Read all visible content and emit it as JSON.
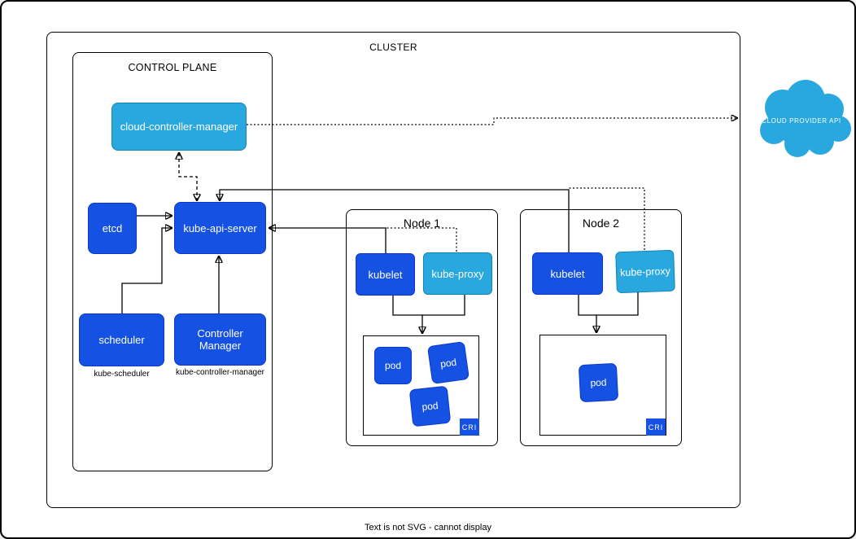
{
  "cluster": {
    "label": "CLUSTER"
  },
  "control_plane": {
    "label": "CONTROL PLANE",
    "cloud_controller_manager": {
      "label": "cloud-controller-manager"
    },
    "etcd": {
      "label": "etcd"
    },
    "kube_api_server": {
      "label": "kube-api-server"
    },
    "scheduler": {
      "label": "scheduler",
      "sublabel": "kube-scheduler"
    },
    "controller_manager": {
      "label": "Controller Manager",
      "sublabel": "kube-controller-manager"
    }
  },
  "nodes": [
    {
      "title": "Node 1",
      "kubelet": "kubelet",
      "kube_proxy": "kube-proxy",
      "pods": [
        "pod",
        "pod",
        "pod"
      ],
      "cri_badge": "CRI"
    },
    {
      "title": "Node 2",
      "kubelet": "kubelet",
      "kube_proxy": "kube-proxy",
      "pods": [
        "pod"
      ],
      "cri_badge": "CRI"
    }
  ],
  "external": {
    "cloud_provider_api": {
      "label": "CLOUD PROVIDER API"
    }
  },
  "footer_note": "Text is not SVG - cannot display",
  "colors": {
    "component_blue": "#1552E4",
    "component_blue_border": "#0B38C9",
    "accent_light_blue": "#29A7DF",
    "accent_light_blue_border": "#1583B8",
    "line_color": "#000000",
    "background": "#FFFFFF"
  }
}
